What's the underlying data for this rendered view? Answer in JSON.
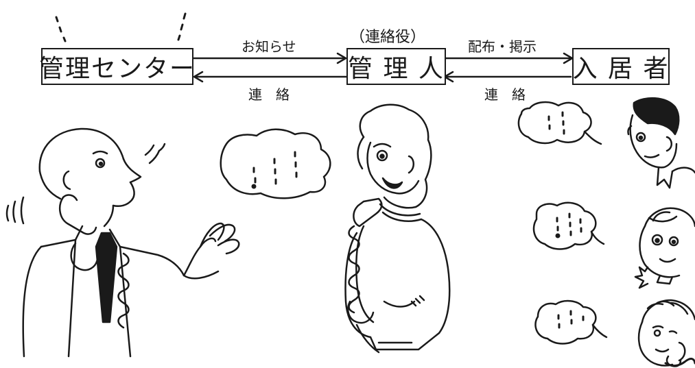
{
  "nodes": {
    "center": {
      "label": "管理センター"
    },
    "manager": {
      "label": "管 理 人",
      "role_note": "（連絡役）"
    },
    "residents": {
      "label": "入 居 者"
    }
  },
  "edges": {
    "center_to_manager": "お知らせ",
    "manager_to_center": "連　絡",
    "manager_to_residents": "配布・掲示",
    "residents_to_manager": "連　絡"
  },
  "colors": {
    "ink": "#1a1a1a",
    "paper": "#ffffff"
  },
  "figures": [
    "man-on-phone",
    "woman-on-phone",
    "resident-man",
    "resident-girl",
    "resident-elder"
  ]
}
